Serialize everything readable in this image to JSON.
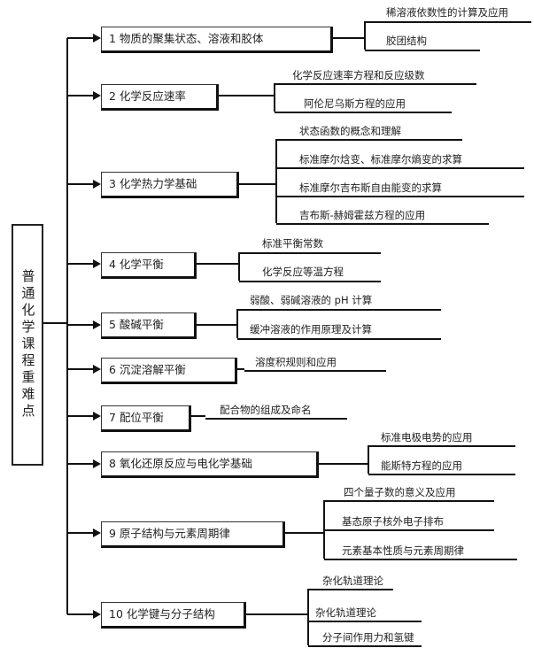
{
  "root": {
    "label": "普通化学课程重难点"
  },
  "topics": [
    {
      "label": "1 物质的聚集状态、溶液和胶体",
      "subtopics": [
        "稀溶液依数性的计算及应用",
        "胶团结构"
      ]
    },
    {
      "label": "2 化学反应速率",
      "subtopics": [
        "化学反应速率方程和反应级数",
        "阿伦尼乌斯方程的应用"
      ]
    },
    {
      "label": "3 化学热力学基础",
      "subtopics": [
        "状态函数的概念和理解",
        "标准摩尔焓变、标准摩尔熵变的求算",
        "标准摩尔吉布斯自由能变的求算",
        "吉布斯-赫姆霍兹方程的应用"
      ]
    },
    {
      "label": "4 化学平衡",
      "subtopics": [
        "标准平衡常数",
        "化学反应等温方程"
      ]
    },
    {
      "label": "5 酸碱平衡",
      "subtopics": [
        "弱酸、弱碱溶液的 pH 计算",
        "缓冲溶液的作用原理及计算"
      ]
    },
    {
      "label": "6 沉淀溶解平衡",
      "subtopics": [
        "溶度积规则和应用"
      ]
    },
    {
      "label": "7 配位平衡",
      "subtopics": [
        "配合物的组成及命名"
      ]
    },
    {
      "label": "8 氧化还原反应与电化学基础",
      "subtopics": [
        "标准电极电势的应用",
        "能斯特方程的应用"
      ]
    },
    {
      "label": "9 原子结构与元素周期律",
      "subtopics": [
        "四个量子数的意义及应用",
        "基态原子核外电子排布",
        "元素基本性质与元素周期律"
      ]
    },
    {
      "label": "10 化学键与分子结构",
      "subtopics": [
        "杂化轨道理论",
        "杂化轨道理论",
        "分子间作用力和氢键"
      ]
    }
  ]
}
